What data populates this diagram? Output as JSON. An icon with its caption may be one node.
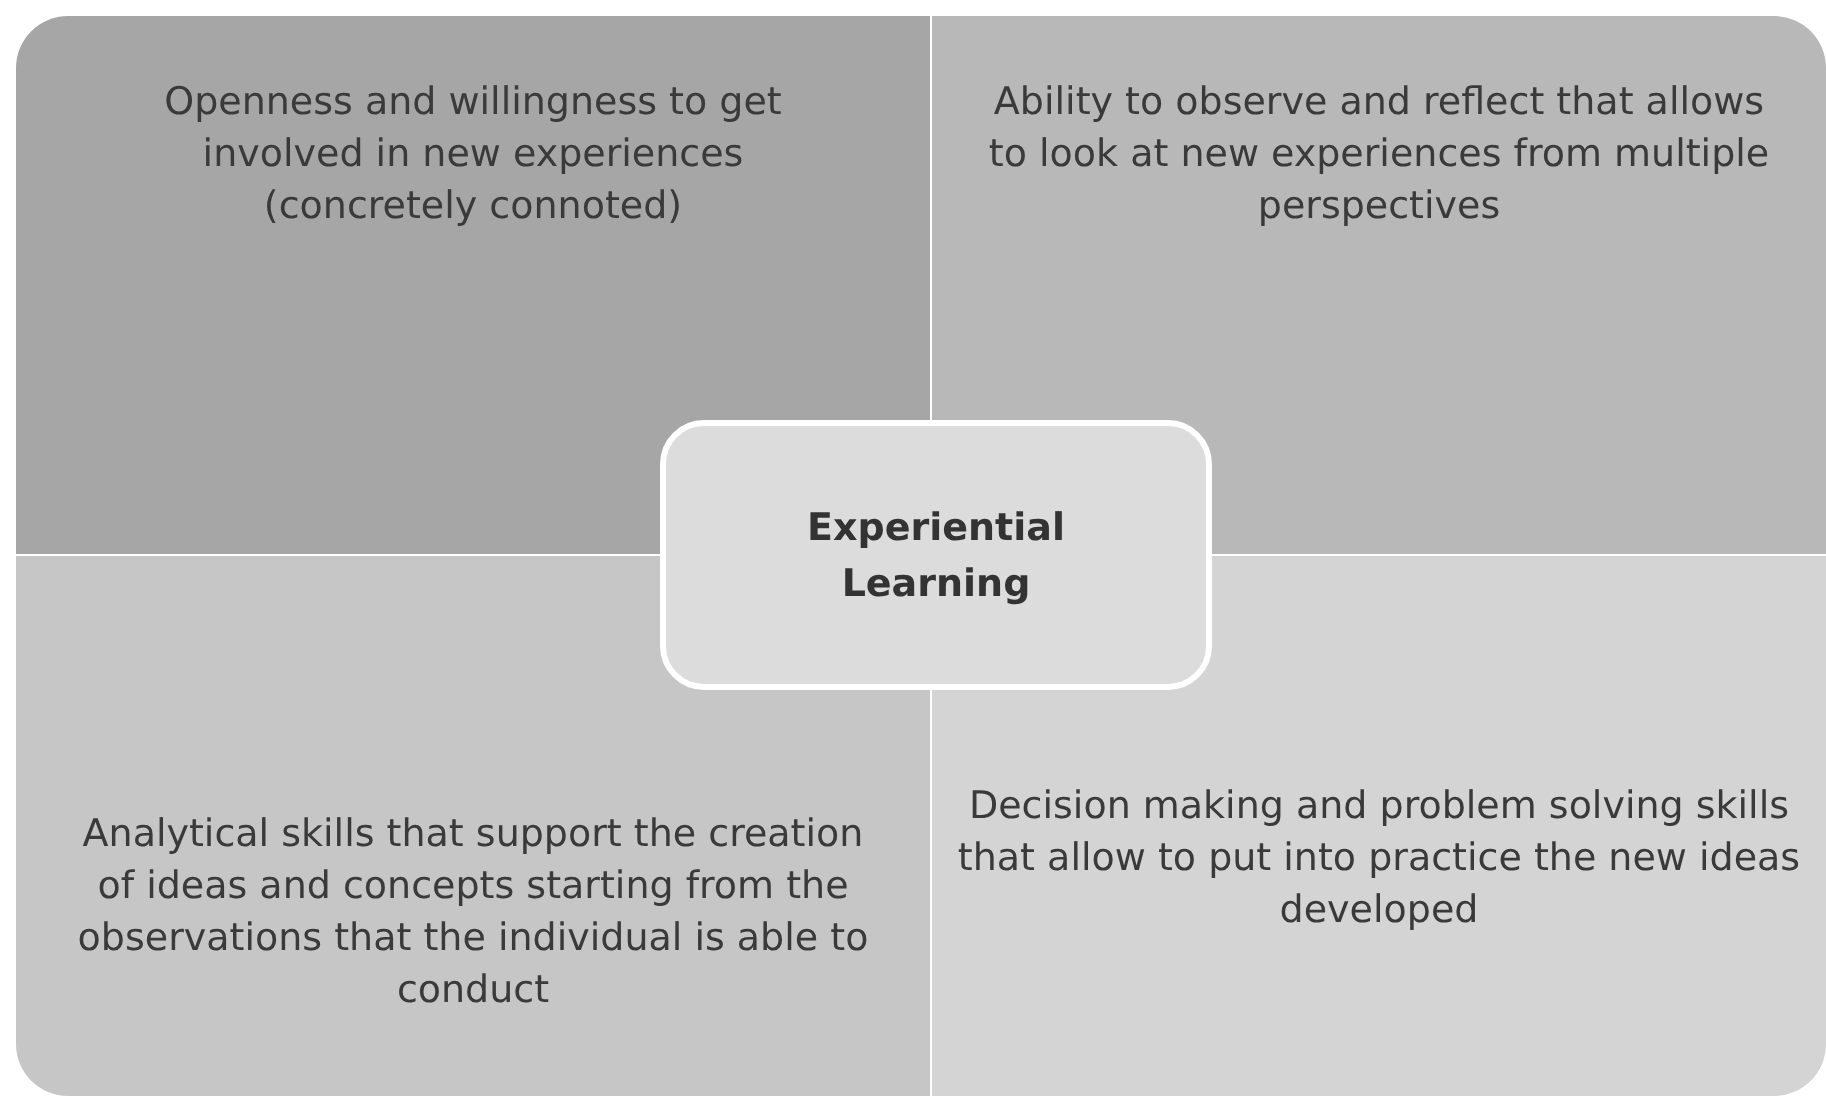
{
  "diagram": {
    "nodes": [
      {
        "text": [
          "Openness and willingness to get involved in new experiences (concretely connoted)"
        ]
      },
      {
        "text": [
          "Ability to observe and reflect that allows to look at new experiences from multiple perspectives"
        ]
      },
      {
        "text": [
          "Analytical skills that support the creation of ideas and concepts starting from the observations that the individual is able to conduct"
        ]
      },
      {
        "text": [
          "Decision making and problem solving skills that allow to put into practice the new ideas developed"
        ]
      },
      {
        "text": [
          "Experiential Learning"
        ]
      }
    ],
    "edges": []
  }
}
